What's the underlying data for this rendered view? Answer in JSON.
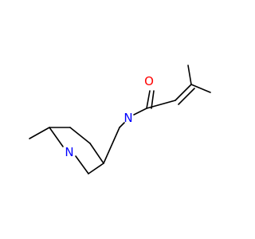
{
  "molecule": {
    "atoms": {
      "N1": {
        "label": "N",
        "color": "#0000ff"
      },
      "N2": {
        "label": "N",
        "color": "#0000ff"
      },
      "O1": {
        "label": "O",
        "color": "#ff0000"
      }
    },
    "bond_color": "#000000"
  }
}
